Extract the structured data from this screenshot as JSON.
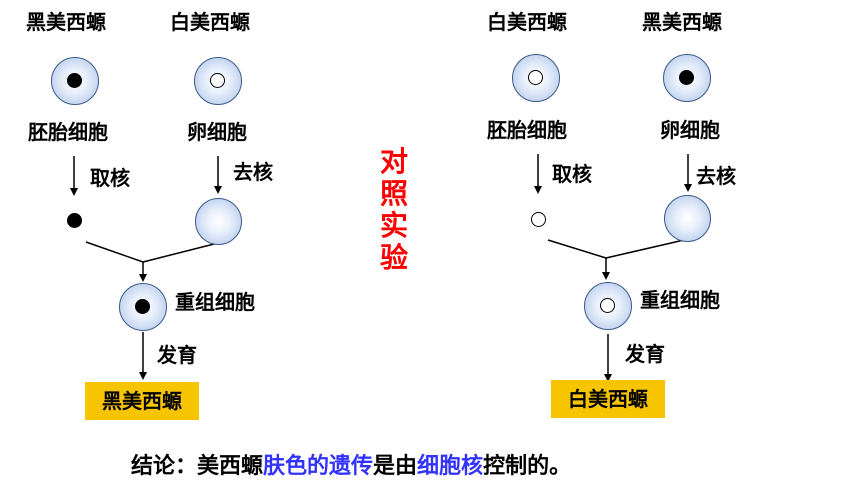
{
  "left": {
    "donor_label": "黑美西螈",
    "recipient_label": "白美西螈",
    "donor_cell_label": "胚胎细胞",
    "recipient_cell_label": "卵细胞",
    "donor_step": "取核",
    "recipient_step": "去核",
    "combined_label": "重组细胞",
    "develop_label": "发育",
    "result": "黑美西螈"
  },
  "right": {
    "donor_label": "白美西螈",
    "recipient_label": "黑美西螈",
    "donor_cell_label": "胚胎细胞",
    "recipient_cell_label": "卵细胞",
    "donor_step": "取核",
    "recipient_step": "去核",
    "combined_label": "重组细胞",
    "develop_label": "发育",
    "result": "白美西螈"
  },
  "center_title": [
    "对",
    "照",
    "实",
    "验"
  ],
  "conclusion": {
    "prefix": "结论：美西螈",
    "hl1": "肤色的遗传",
    "mid": "是由",
    "hl2": "细胞核",
    "suffix": "控制的。"
  },
  "colors": {
    "result_box": "#f7c400",
    "title": "#ff0000",
    "highlight": "#3333ff"
  }
}
